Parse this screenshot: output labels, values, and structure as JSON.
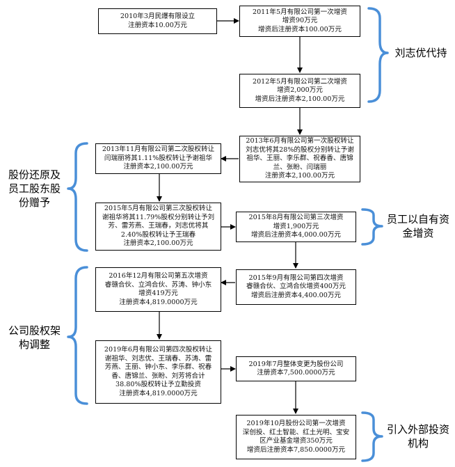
{
  "boxes": {
    "b1": [
      "2010年3月民爆有限设立",
      "注册资本10.00万元"
    ],
    "b2": [
      "2011年5月有限公司第一次增资",
      "增资90万元",
      "增资后注册资本100.00万元"
    ],
    "b3": [
      "2012年5月有限公司第二次增资",
      "增资2,000万元",
      "增资后注册资本2,100.00万元"
    ],
    "b4": [
      "2013年6月有限公司第一次股权转让",
      "刘志优将其28%的股权分别转让予谢",
      "祖华、王丽、李乐群、祝春香、唐锦",
      "兰、张盼、闫瑞丽",
      "注册资本2,100.00万元"
    ],
    "b5": [
      "2013年11月有限公司第二次股权转让",
      "闫瑞丽将其1.11%股权转让予谢祖华",
      "注册资本2,100.00万元"
    ],
    "b6": [
      "2015年5月有限公司第三次股权转让",
      "谢祖华将其11.79%股权分别转让予刘",
      "芳、雷芳燕、王瑞春，刘志优将其",
      "2.40%股权转让予王瑞春",
      "注册资本2,100.00万元"
    ],
    "b7": [
      "2015年8月有限公司第三次增资",
      "增资1,900万元",
      "增资后注册资本4,000.00万元"
    ],
    "b8": [
      "2015年9月有限公司第四次增资",
      "睿赣合伙、立鸿合伙增资400万元",
      "增资后注册资本4,400.00万元"
    ],
    "b9": [
      "2016年12月有限公司第五次增资",
      "睿赣合伙、立鸿合伙、苏涛、钟小东",
      "增资419万元",
      "注册资本4,819.0000万元"
    ],
    "b10": [
      "2019年6月有限公司第四次股权转让",
      "谢祖华、刘志优、王瑞春、苏涛、雷",
      "芳燕、王丽、钟小东、李乐群、祝春",
      "香、唐锦兰、张盼、刘芳将合计",
      "38.80%股权转让予立勤投资",
      "注册资本4,819.0000万元"
    ],
    "b11": [
      "2019年7月整体变更为股份公司",
      "注册资本7,500.0000万元"
    ],
    "b12": [
      "2019年10月股份公司第一次增资",
      "深创投、红土智能、红土光明、宝安",
      "区产业基金增资350万元",
      "增资后注册资本7,850.0000万元"
    ]
  },
  "side_labels": {
    "s1": [
      "刘志优代持"
    ],
    "s2": [
      "股份还原及",
      "员工股东股",
      "份赠予"
    ],
    "s3": [
      "员工以自有资",
      "金增资"
    ],
    "s4": [
      "公司股权架",
      "构调整"
    ],
    "s5": [
      "引入外部投资",
      "机构"
    ]
  },
  "colors": {
    "bracket": "#4a8fd8",
    "line": "#000000"
  }
}
